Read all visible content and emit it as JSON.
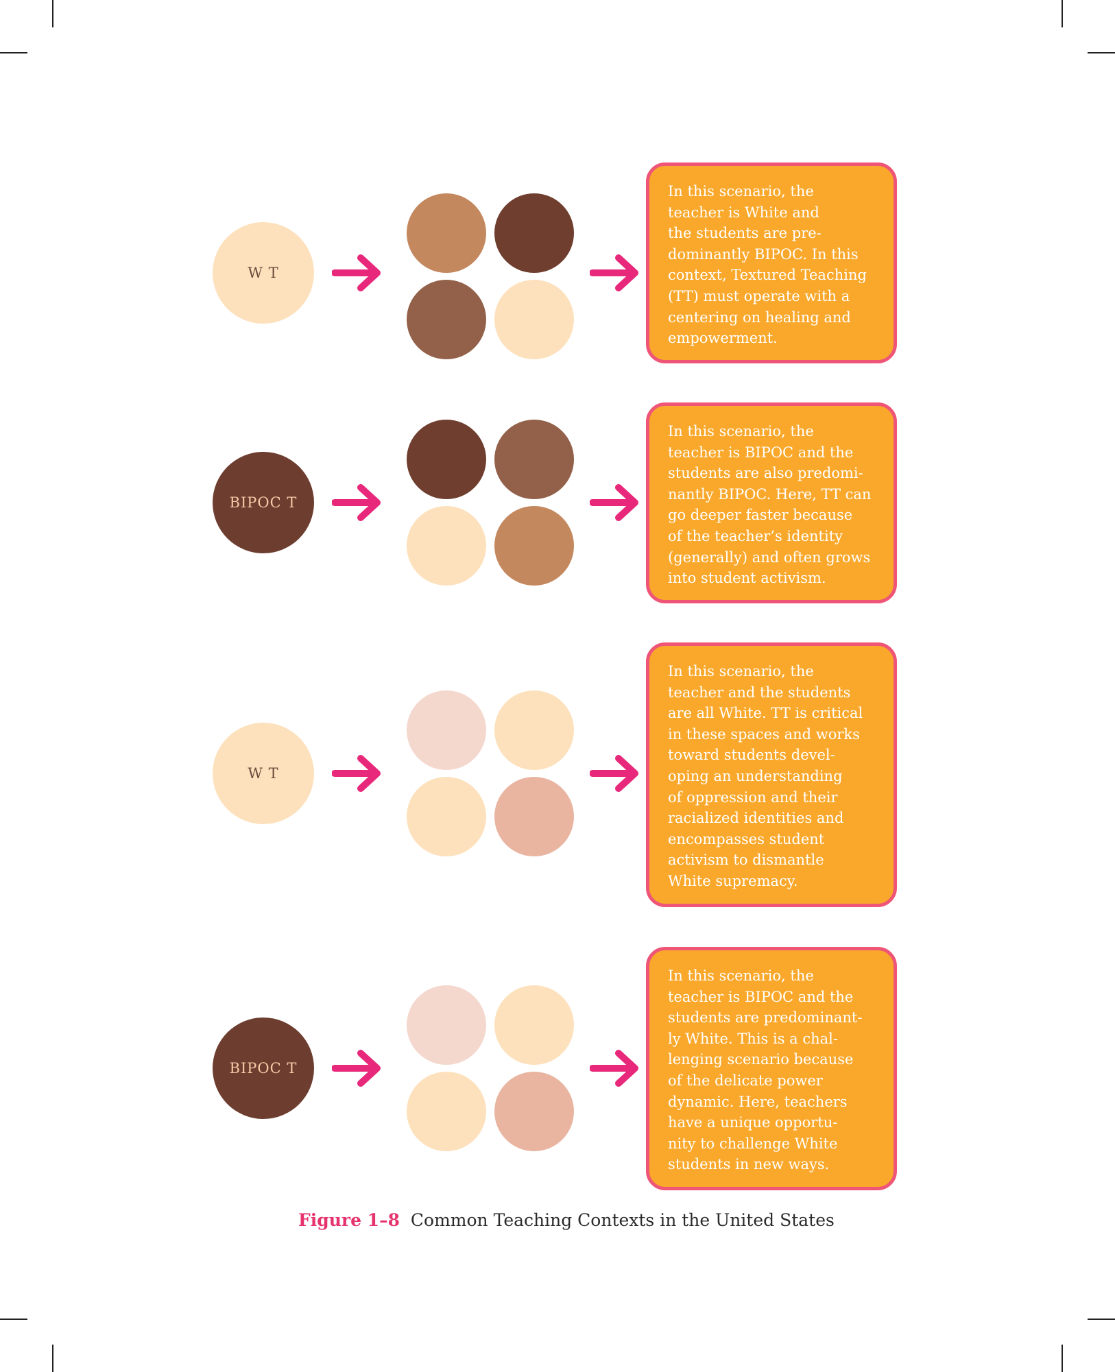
{
  "colors": {
    "teacher_white": "#FDE1BC",
    "teacher_bipoc": "#6D3E30",
    "arrow": "#E8287A",
    "box_fill": "#F9A82B",
    "box_border": "#EE5577",
    "caption_accent": "#E6336E"
  },
  "scenarios": [
    {
      "teacher_label": "W T",
      "teacher_tone": "light",
      "students": [
        "#C4885E",
        "#6F3E2F",
        "#93614A",
        "#FDE1BC"
      ],
      "lines": [
        "In this scenario, the",
        "teacher is White and",
        "the students are pre-",
        "dominantly BIPOC. In this",
        "context, Textured Teaching",
        "(TT) must operate with a",
        "centering on healing and",
        "empowerment."
      ]
    },
    {
      "teacher_label": "BIPOC T",
      "teacher_tone": "dark",
      "students": [
        "#6F3E2F",
        "#93614A",
        "#FDE1BC",
        "#C4885E"
      ],
      "lines": [
        "In this scenario, the",
        "teacher is BIPOC and the",
        "students are also predomi-",
        "nantly BIPOC. Here, TT can",
        "go deeper faster because",
        "of the teacher’s identity",
        "(generally) and often grows",
        "into student activism."
      ]
    },
    {
      "teacher_label": "W T",
      "teacher_tone": "light",
      "students": [
        "#F4D8CE",
        "#FDE1BC",
        "#FDE1BC",
        "#E9B5A1"
      ],
      "lines": [
        "In this scenario, the",
        "teacher and the students",
        "are all White.  TT is critical",
        "in these spaces and works",
        "toward students devel-",
        "oping an understanding",
        "of oppression and their",
        "racialized identities and",
        "encompasses student",
        "activism to dismantle",
        "White supremacy."
      ]
    },
    {
      "teacher_label": "BIPOC T",
      "teacher_tone": "dark",
      "students": [
        "#F4D8CE",
        "#FDE1BC",
        "#FDE1BC",
        "#E9B5A1"
      ],
      "lines": [
        "In this scenario, the",
        "teacher is BIPOC and the",
        "students are predominant-",
        "ly White. This is a chal-",
        "lenging scenario because",
        "of the delicate power",
        "dynamic. Here, teachers",
        "have a unique opportu-",
        "nity to challenge White",
        "students in new ways."
      ]
    }
  ],
  "caption": {
    "figure_label": "Figure 1–8",
    "text": "Common Teaching Contexts in the United States"
  }
}
